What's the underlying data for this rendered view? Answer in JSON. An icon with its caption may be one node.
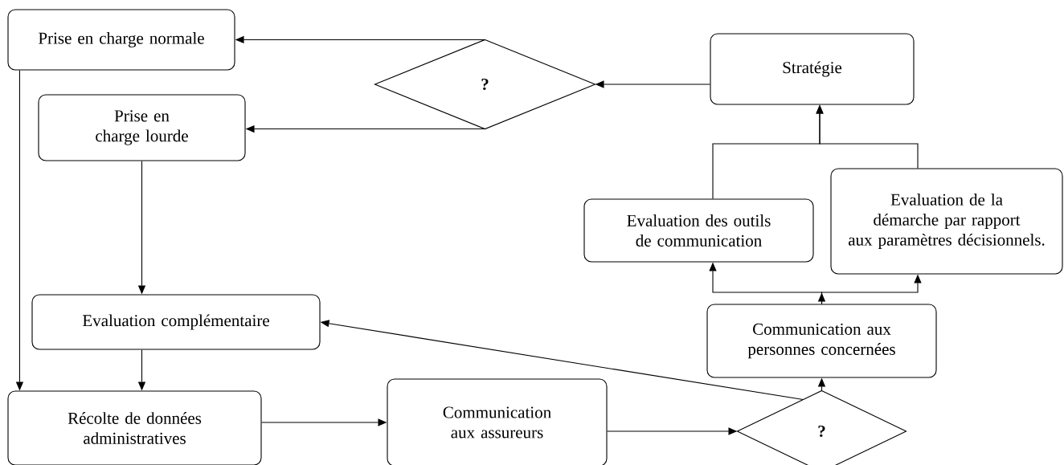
{
  "diagram": {
    "nodes": [
      {
        "text": [
          "Prise en charge normale"
        ]
      },
      {
        "text": [
          "?"
        ]
      },
      {
        "text": [
          "Stratégie"
        ]
      },
      {
        "text": [
          "Prise en charge lourde"
        ]
      },
      {
        "text": [
          "Evaluation des outils de communication"
        ]
      },
      {
        "text": [
          "Evaluation de la démarche par rapport aux paramètres décisionnels."
        ]
      },
      {
        "text": [
          "Evaluation complémentaire"
        ]
      },
      {
        "text": [
          "Communication aux personnes concernées"
        ]
      },
      {
        "text": [
          "Récolte de données administratives"
        ]
      },
      {
        "text": [
          "Communication aux assureurs"
        ]
      },
      {
        "text": [
          "?"
        ]
      }
    ],
    "edges": [
      {
        "from": 1,
        "to": 0,
        "arrow": "to"
      },
      {
        "from": 1,
        "to": 3,
        "arrow": "to"
      },
      {
        "from": 2,
        "to": 1,
        "arrow": "to"
      },
      {
        "from": 0,
        "to": 8,
        "arrow": "to"
      },
      {
        "from": 3,
        "to": 6,
        "arrow": "to"
      },
      {
        "from": 6,
        "to": 8,
        "arrow": "to"
      },
      {
        "from": 8,
        "to": 9,
        "arrow": "to"
      },
      {
        "from": 9,
        "to": 10,
        "arrow": "to"
      },
      {
        "from": 10,
        "to": 6,
        "arrow": "to"
      },
      {
        "from": 10,
        "to": 7,
        "arrow": "to"
      },
      {
        "from": 7,
        "to": 4,
        "arrow": "to"
      },
      {
        "from": 7,
        "to": 5,
        "arrow": "to"
      },
      {
        "from": 4,
        "to": 2,
        "arrow": "to"
      },
      {
        "from": 5,
        "to": 2,
        "arrow": "to"
      }
    ]
  }
}
